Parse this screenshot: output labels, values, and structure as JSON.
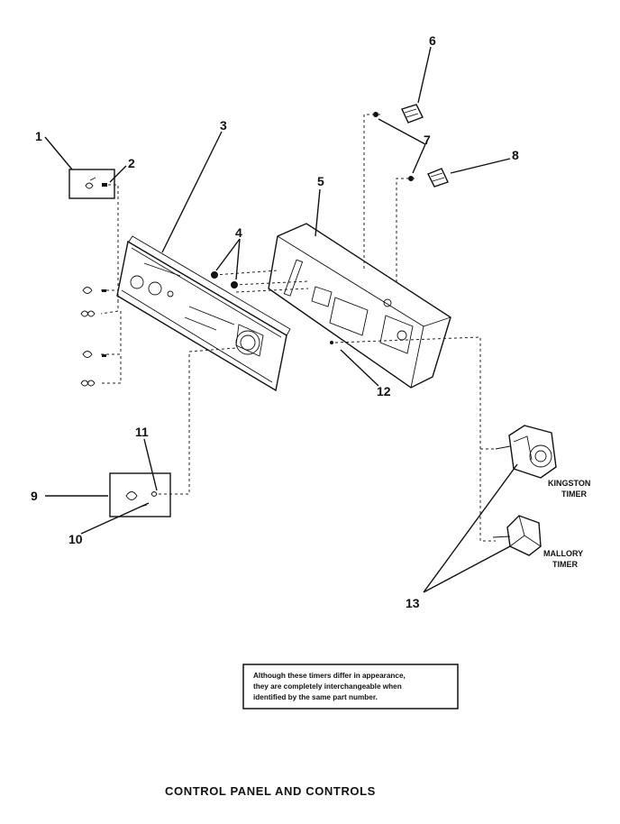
{
  "diagram": {
    "title": "CONTROL PANEL AND CONTROLS",
    "callouts": [
      "1",
      "2",
      "3",
      "4",
      "5",
      "6",
      "7",
      "8",
      "9",
      "10",
      "11",
      "12",
      "13"
    ],
    "timers": {
      "kingston_line1": "KINGSTON",
      "kingston_line2": "TIMER",
      "mallory_line1": "MALLORY",
      "mallory_line2": "TIMER"
    },
    "note": {
      "line1": "Although these timers differ in appearance,",
      "line2": "they are completely interchangeable when",
      "line3": "identified by the same part number."
    }
  }
}
